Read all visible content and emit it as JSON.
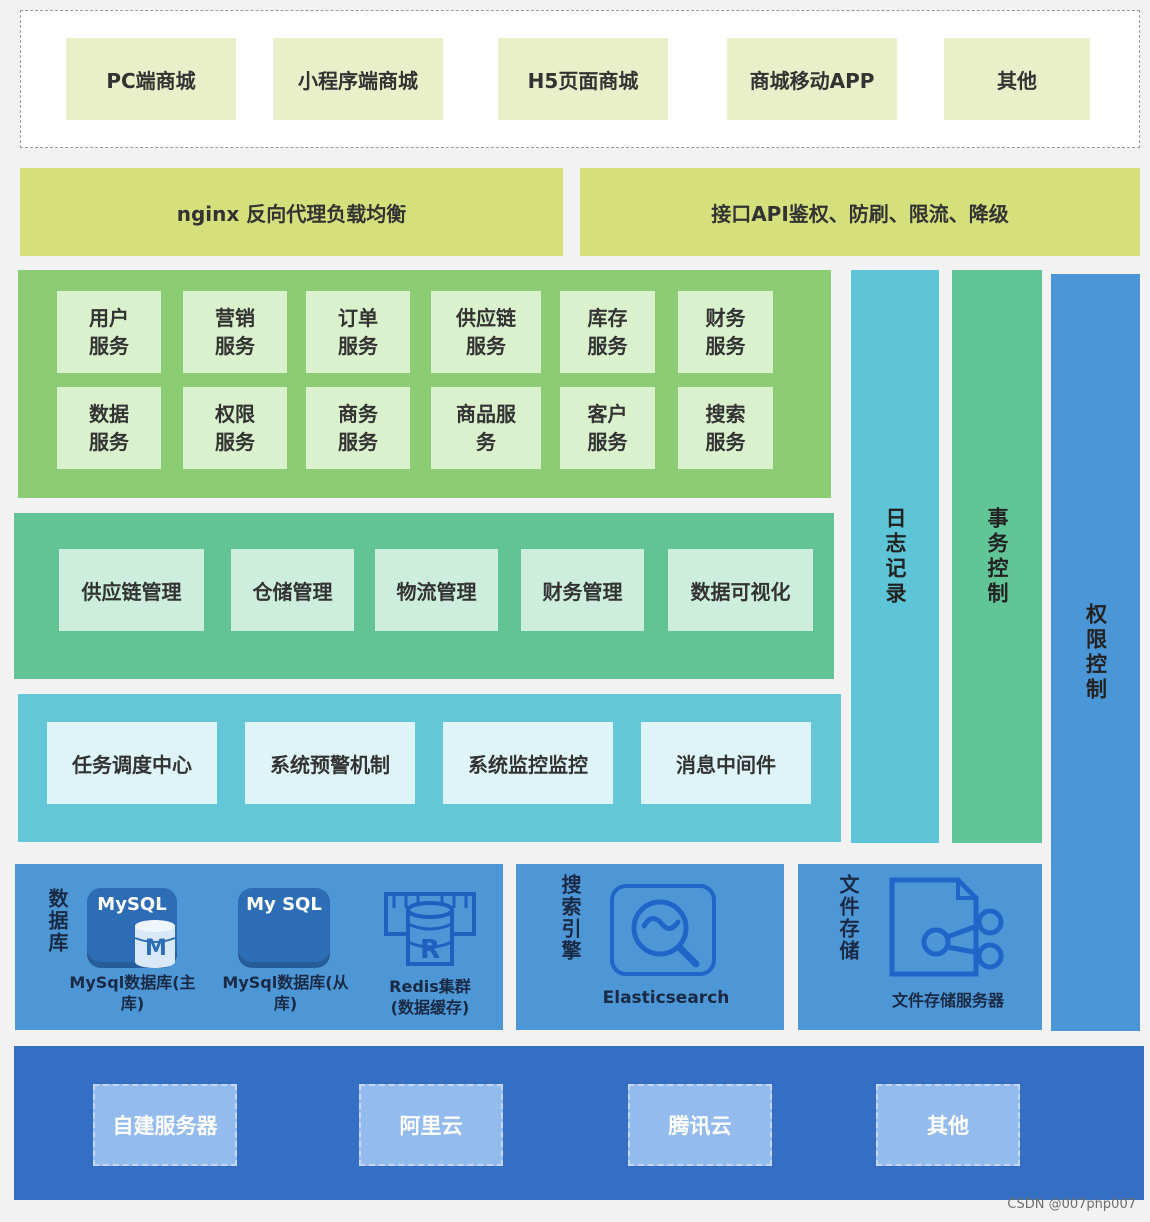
{
  "client": {
    "items": [
      "PC端商城",
      "小程序端商城",
      "H5页面商城",
      "商城移动APP",
      "其他"
    ]
  },
  "gateway": {
    "nginx": "nginx 反向代理负载均衡",
    "api": "接口API鉴权、防刷、限流、降级"
  },
  "services": {
    "row1": [
      {
        "line1": "用户",
        "line2": "服务"
      },
      {
        "line1": "营销",
        "line2": "服务"
      },
      {
        "line1": "订单",
        "line2": "服务"
      },
      {
        "line1": "供应链",
        "line2": "服务"
      },
      {
        "line1": "库存",
        "line2": "服务"
      },
      {
        "line1": "财务",
        "line2": "服务"
      }
    ],
    "row2": [
      {
        "line1": "数据",
        "line2": "服务"
      },
      {
        "line1": "权限",
        "line2": "服务"
      },
      {
        "line1": "商务",
        "line2": "服务"
      },
      {
        "line1": "商品服",
        "line2": "务"
      },
      {
        "line1": "客户",
        "line2": "服务"
      },
      {
        "line1": "搜索",
        "line2": "服务"
      }
    ]
  },
  "management": {
    "items": [
      "供应链管理",
      "仓储管理",
      "物流管理",
      "财务管理",
      "数据可视化"
    ]
  },
  "infrastructure": {
    "items": [
      "任务调度中心",
      "系统预警机制",
      "系统监控监控",
      "消息中间件"
    ]
  },
  "side": {
    "log": "日志记录",
    "transaction": "事务控制",
    "permission": "权限控制"
  },
  "storage": {
    "database": {
      "label": "数据库",
      "mysql_master_logo": "MySQL",
      "mysql_master_badge": "M",
      "mysql_master_caption1": "MySql数据库(主",
      "mysql_master_caption2": "库)",
      "mysql_slave_logo": "My SQL",
      "mysql_slave_caption1": "MySql数据库(从",
      "mysql_slave_caption2": "库)",
      "redis_caption1": "Redis集群",
      "redis_caption2": "(数据缓存)",
      "redis_badge": "R"
    },
    "search": {
      "label": "搜索引擎",
      "caption": "Elasticsearch"
    },
    "files": {
      "label": "文件存储",
      "caption": "文件存储服务器"
    }
  },
  "cloud": {
    "items": [
      "自建服务器",
      "阿里云",
      "腾讯云",
      "其他"
    ]
  },
  "watermark": "CSDN @007php007",
  "colors": {
    "client_box": "#e8efc9",
    "gateway": "#d5e07d",
    "service_layer": "#8ccc74",
    "management_layer": "#62c394",
    "infrastructure_layer": "#63c7d8",
    "log_bar": "#5ec5d8",
    "transaction_bar": "#62c598",
    "permission_bar": "#4a96d6",
    "storage": "#4e97d7",
    "cloud_layer": "#346fc3"
  }
}
